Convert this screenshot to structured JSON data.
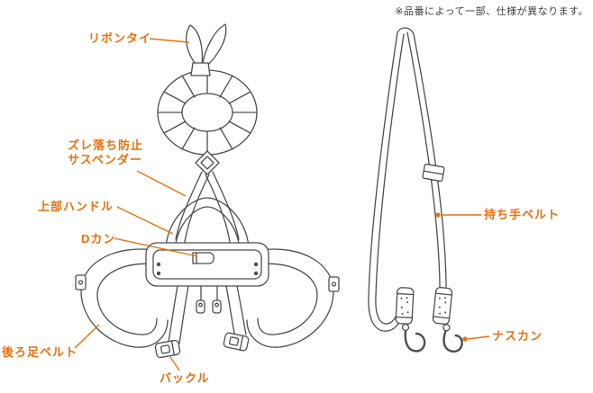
{
  "note": "※品番によって一部、仕様が異なります。",
  "colors": {
    "accent": "#e8700f",
    "line": "#4d4d4d",
    "background": "#ffffff"
  },
  "labels": {
    "ribbon_tie": "リボンタイ",
    "slip_prevention_suspender_line1": "ズレ落ち防止",
    "slip_prevention_suspender_line2": "サスペンダー",
    "upper_handle": "上部ハンドル",
    "d_ring": "Dカン",
    "rear_leg_belt": "後ろ足ベルト",
    "buckle": "バックル",
    "hand_strap": "持ち手ベルト",
    "snap_hook": "ナスカン"
  }
}
